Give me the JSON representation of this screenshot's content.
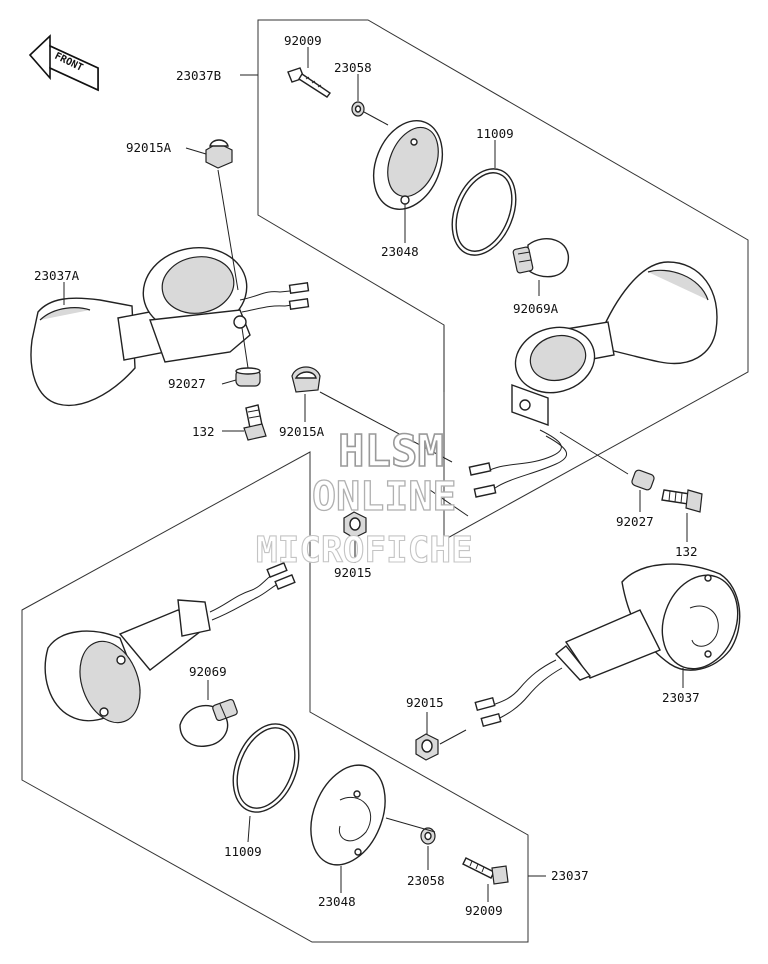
{
  "orientation": {
    "front_label": "FRONT"
  },
  "watermark": {
    "line1": "HLSM",
    "line2": "ONLINE",
    "line3": "MICROFICHE"
  },
  "parts": {
    "p_23037B": "23037B",
    "p_92009_top": "92009",
    "p_23058_top": "23058",
    "p_11009_top": "11009",
    "p_92015A_top": "92015A",
    "p_23048_top": "23048",
    "p_23037A": "23037A",
    "p_92069A": "92069A",
    "p_92027_left": "92027",
    "p_132_left": "132",
    "p_92015A_mid": "92015A",
    "p_92027_right": "92027",
    "p_132_right": "132",
    "p_92015_mid": "92015",
    "p_92069": "92069",
    "p_23037_right": "23037",
    "p_92015_low": "92015",
    "p_11009_low": "11009",
    "p_23048_low": "23048",
    "p_23058_low": "23058",
    "p_23037_bottom": "23037",
    "p_92009_low": "92009"
  }
}
